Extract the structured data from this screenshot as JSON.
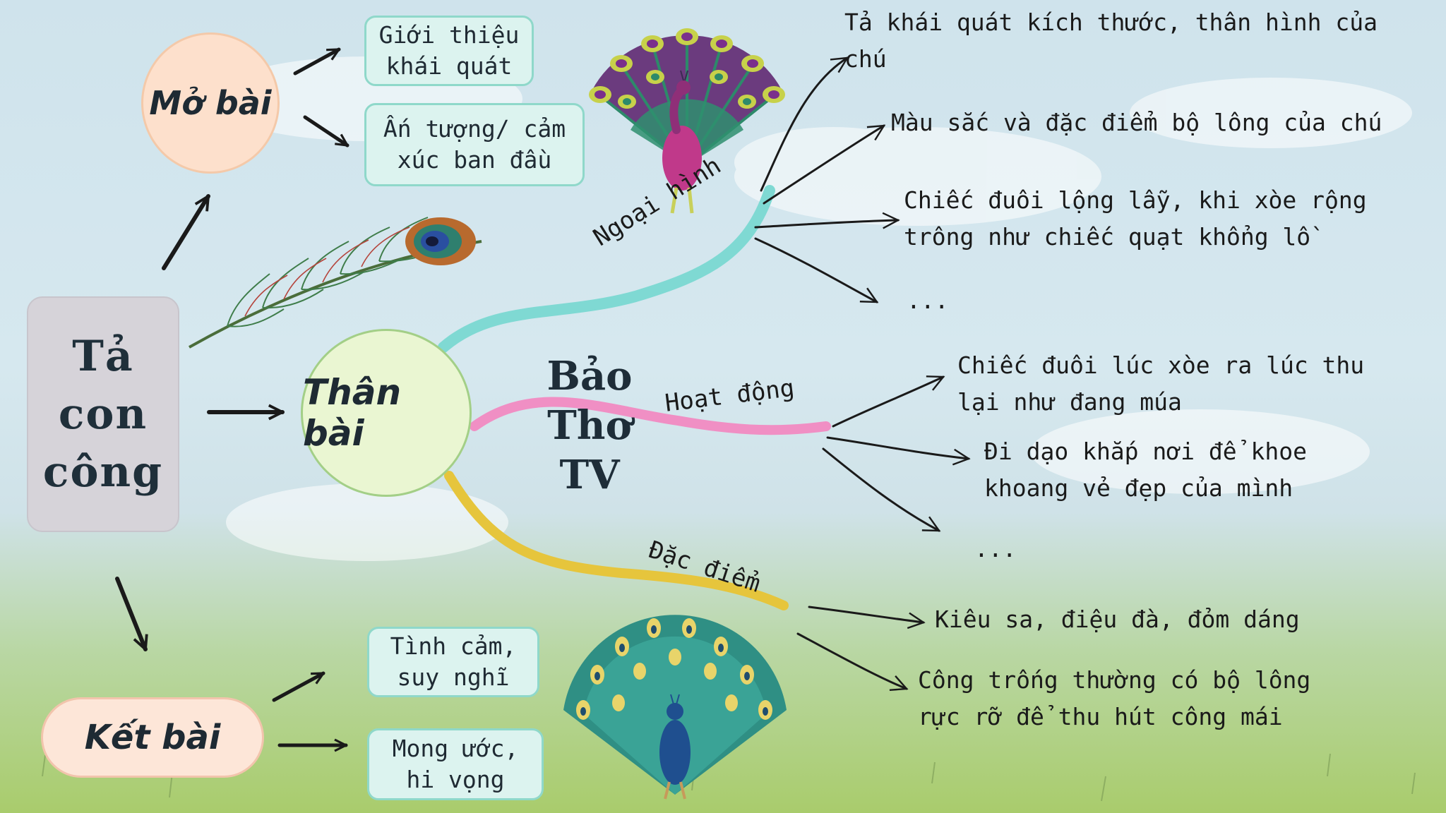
{
  "center": {
    "title": "Tả\ncon\ncông"
  },
  "mo_bai": {
    "label": "Mở bài",
    "items": [
      "Giới thiệu\nkhái quát",
      "Ấn tượng/ cảm\nxúc ban đầu"
    ]
  },
  "than_bai": {
    "label": "Thân bài",
    "branches": [
      {
        "label": "Ngoại hình",
        "color": "#7fd9d3",
        "items": [
          "Tả khái quát kích thước, thân hình của\nchú",
          "Màu sắc và đặc điểm bộ lông của chú",
          "Chiếc đuôi lộng lẫy, khi xòe rộng\ntrông như chiếc quạt khổng lồ",
          "..."
        ]
      },
      {
        "label": "Hoạt động",
        "color": "#f08fc4",
        "items": [
          "Chiếc đuôi lúc xòe ra lúc thu\nlại như đang múa",
          "Đi dạo khắp nơi để khoe\nkhoang vẻ đẹp của mình",
          "..."
        ]
      },
      {
        "label": "Đặc điểm",
        "color": "#e6c53c",
        "items": [
          "Kiêu sa, điệu đà, đỏm dáng",
          "Công trống thường có bộ lông\nrực rỡ để thu hút công mái"
        ]
      }
    ]
  },
  "ket_bai": {
    "label": "Kết bài",
    "items": [
      "Tình cảm,\nsuy nghĩ",
      "Mong ước,\nhi vọng"
    ]
  },
  "watermark": "Bảo\nThơ\nTV",
  "icons": {
    "peacock_top": "peacock-fanned-tail-icon",
    "feather": "peacock-feather-icon",
    "peacock_bottom": "peacock-front-view-icon"
  },
  "colors": {
    "mo_bai_fill": "#fde0cc",
    "than_bai_fill": "#eaf6d2",
    "ket_bai_fill": "#fde6d8",
    "box_fill": "#dcf3ef",
    "center_fill": "#d6d3d9"
  }
}
